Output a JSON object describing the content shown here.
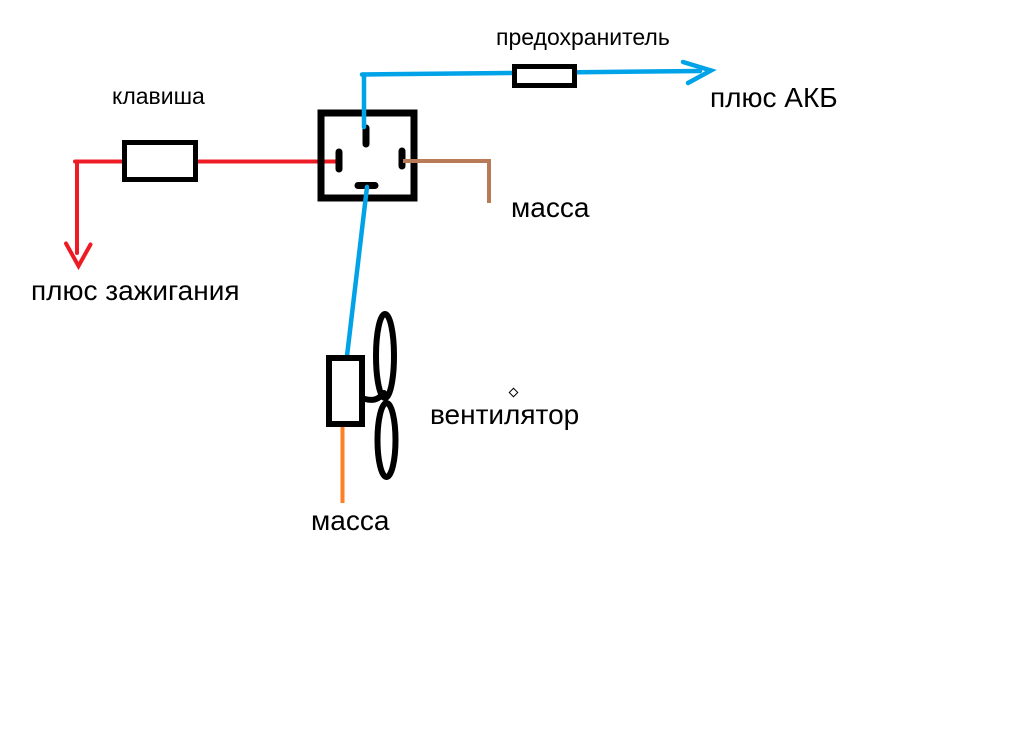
{
  "diagram": {
    "labels": {
      "fuse": "предохранитель",
      "battery_plus": "плюс АКБ",
      "switch_key": "клавиша",
      "relay_ground": "масса",
      "ignition_plus": "плюс зажигания",
      "fan": "вентилятор",
      "fan_ground": "масса"
    },
    "colors": {
      "wire_power_blue": "#00A2E8",
      "wire_ignition_red": "#ED1C24",
      "wire_ground_brown": "#B97A57",
      "wire_ground_orange": "#FF7F27",
      "component_outline": "#000000",
      "background": "#FFFFFF",
      "text": "#000000"
    },
    "icons": {
      "relay": "relay-box-4-pin",
      "fuse": "fuse-box",
      "switch": "switch-box",
      "fan": "fan-motor-with-two-blades",
      "arrow_right": "blue-arrow-right",
      "arrow_down": "red-arrow-down",
      "stray_mark": "small-diamond"
    }
  }
}
